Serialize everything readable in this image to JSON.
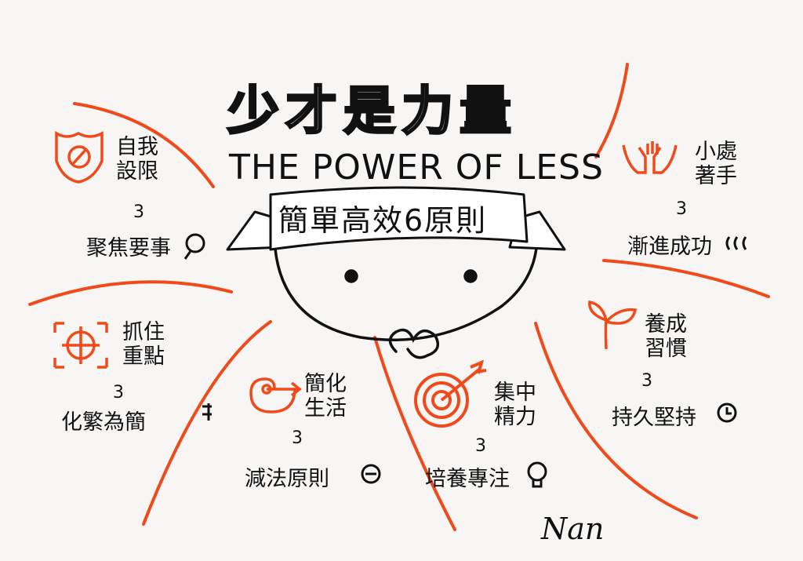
{
  "title": "少才是力量",
  "subtitle": "THE POWER OF LESS",
  "banner": "簡單高效6原則",
  "arrow": "3",
  "principles": [
    {
      "l1": "自我",
      "l2": "設限",
      "result": "聚焦要事"
    },
    {
      "l1": "抓住",
      "l2": "重點",
      "result": "化繁為簡"
    },
    {
      "l1": "簡化",
      "l2": "生活",
      "result": "減法原則"
    },
    {
      "l1": "集中",
      "l2": "精力",
      "result": "培養專注"
    },
    {
      "l1": "養成",
      "l2": "習慣",
      "result": "持久堅持"
    },
    {
      "l1": "小處",
      "l2": "著手",
      "result": "漸進成功"
    }
  ],
  "signature": "Nan",
  "colors": {
    "accent": "#f04a1a",
    "ink": "#111111"
  },
  "icons": [
    "no-entry-shield-icon",
    "focus-frame-icon",
    "spiral-arrow-icon",
    "bullseye-arrow-icon",
    "sprout-icon",
    "hands-icon",
    "magnifier-icon",
    "clock-icon",
    "lightbulb-icon",
    "minus-circle-icon"
  ]
}
